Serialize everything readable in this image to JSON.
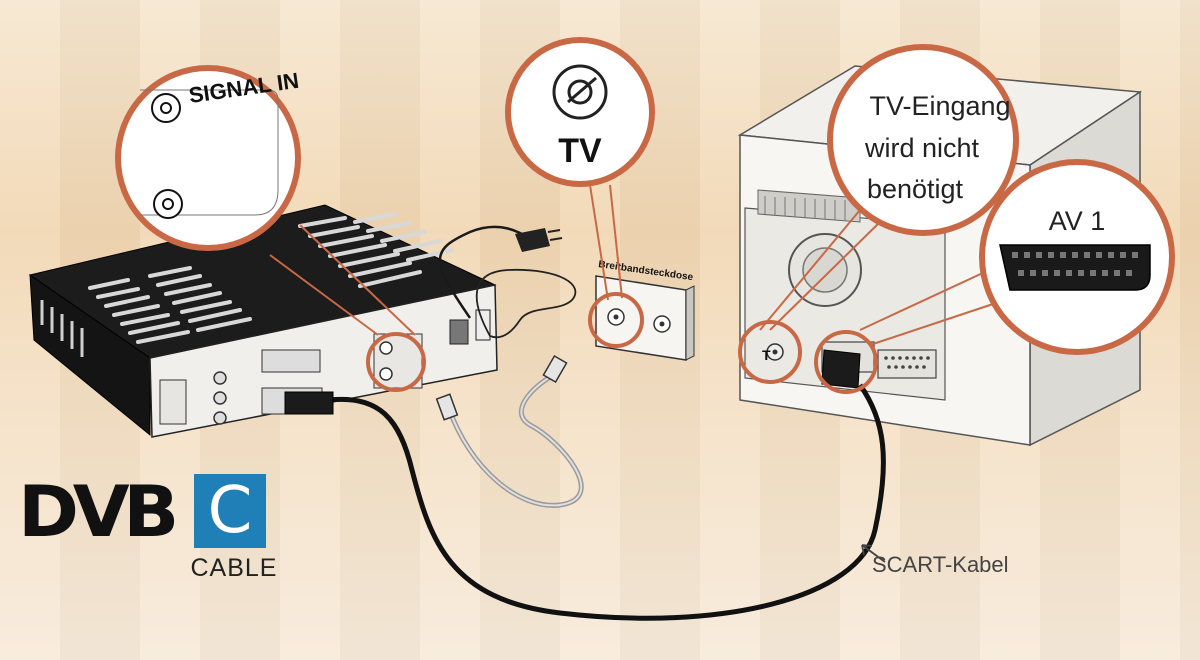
{
  "labels": {
    "signal_in": "SIGNAL IN",
    "tv": "TV",
    "tv_input_line1": "TV-Eingang",
    "tv_input_line2": "wird nicht",
    "tv_input_line3": "benötigt",
    "av1": "AV 1",
    "scart_cable": "SCART-Kabel",
    "wall_socket": "Breitbandsteckdose"
  },
  "logo": {
    "dvb": "DVB",
    "c": "C",
    "cable": "CABLE",
    "c_color": "#1f7fb7"
  },
  "colors": {
    "callout_ring": "#c96845",
    "cable": "#111111",
    "antenna_cable": "#b9b9b9"
  }
}
